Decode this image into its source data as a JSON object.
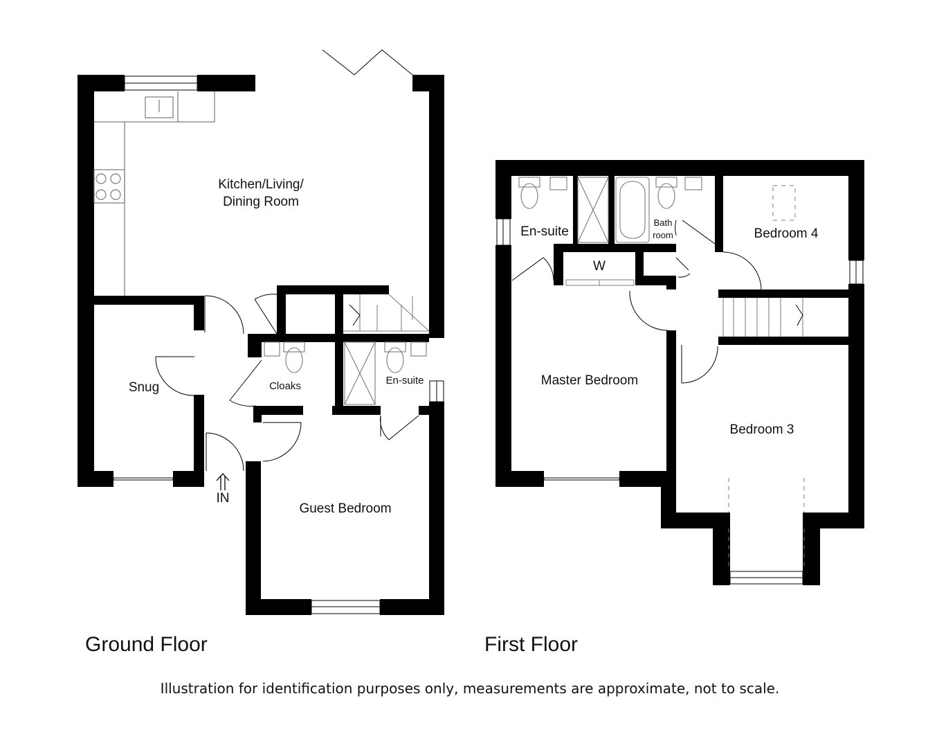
{
  "ground_floor": {
    "title": "Ground Floor",
    "rooms": {
      "kitchen_line1": "Kitchen/Living/",
      "kitchen_line2": "Dining Room",
      "snug": "Snug",
      "cloaks": "Cloaks",
      "ensuite": "En-suite",
      "guest_bedroom": "Guest Bedroom"
    },
    "entrance": "IN"
  },
  "first_floor": {
    "title": "First Floor",
    "rooms": {
      "ensuite": "En-suite",
      "bathroom_line1": "Bath",
      "bathroom_line2": "room",
      "bedroom4": "Bedroom 4",
      "wardrobe": "W",
      "master_bedroom": "Master Bedroom",
      "bedroom3": "Bedroom 3"
    }
  },
  "disclaimer": "Illustration for identification purposes only, measurements are approximate, not to scale.",
  "colors": {
    "wall": "#000000",
    "fixture": "#7a7a7a",
    "background": "#ffffff"
  }
}
